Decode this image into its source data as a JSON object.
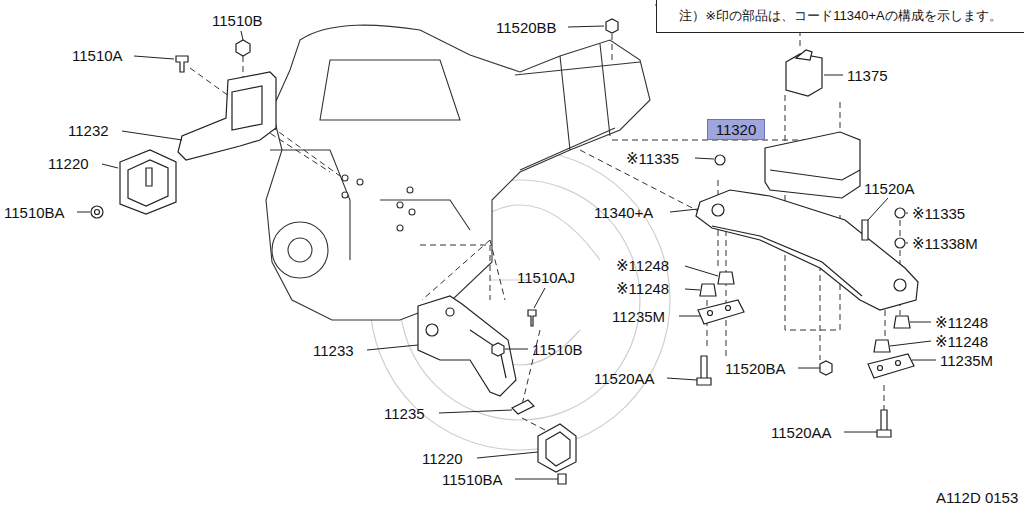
{
  "diagram": {
    "nodes": [
      {
        "text": [
          "注）※印の部品は、コード11340+Aの構成を示します。"
        ]
      },
      {
        "text": [
          "11320"
        ]
      }
    ],
    "labels": [
      "11510B",
      "11510A",
      "11232",
      "11220",
      "11510BA",
      "11520BB",
      "11375",
      "※11335",
      "11340+A",
      "11520A",
      "※11335",
      "※11338M",
      "※11248",
      "※11248",
      "11235M",
      "11520AA",
      "11520BA",
      "※11248",
      "※11248",
      "11235M",
      "11520AA",
      "11510AJ",
      "11233",
      "11510B",
      "11235",
      "11220",
      "11510BA",
      "A112D 0153"
    ]
  }
}
